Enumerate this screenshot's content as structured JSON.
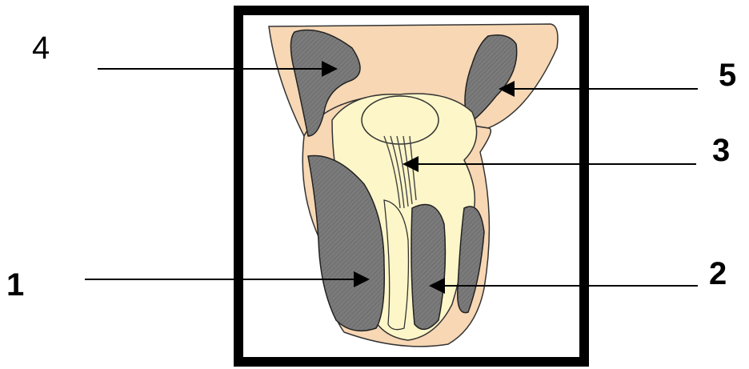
{
  "labels": {
    "one": "1",
    "two": "2",
    "three": "3",
    "four": "4",
    "five": "5"
  },
  "colors": {
    "frame": "#000000",
    "skin": "#f7d7b4",
    "muscle": "#7b7b7b",
    "muscle_hatch": "#666666",
    "cartilage": "#fdf6c8",
    "outline": "#222222",
    "leader": "#000000"
  }
}
